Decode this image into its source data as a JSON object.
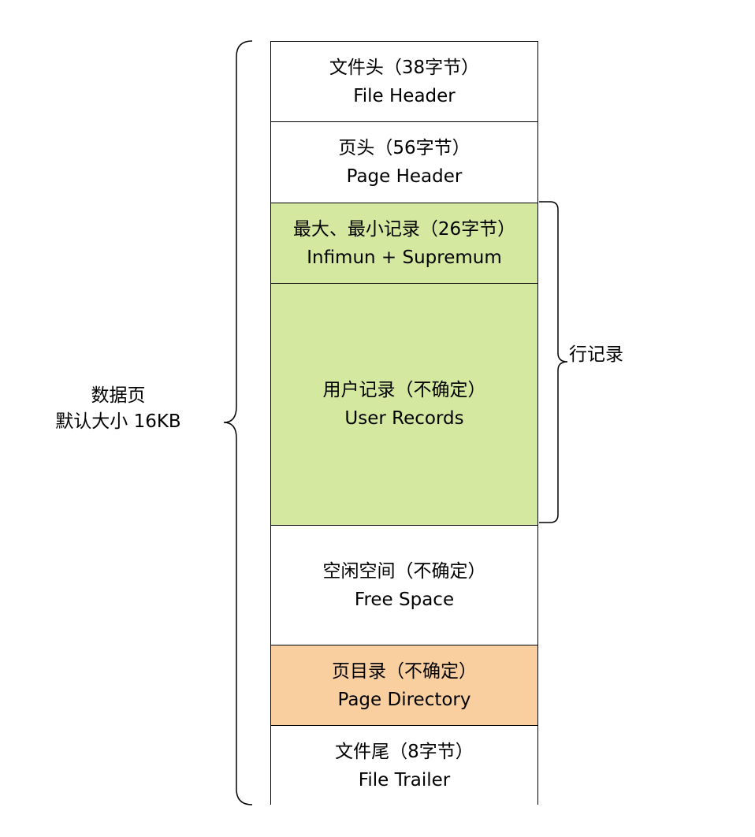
{
  "diagram": {
    "colors": {
      "white": "#ffffff",
      "row_record_green": "#d5e8a0",
      "page_directory_orange": "#f9cfa0",
      "border": "#000000"
    },
    "sections": [
      {
        "id": "file-header",
        "cn": "文件头（38字节）",
        "en": "File Header",
        "color": "white"
      },
      {
        "id": "page-header",
        "cn": "页头（56字节）",
        "en": "Page Header",
        "color": "white"
      },
      {
        "id": "infimum-supremum",
        "cn": "最大、最小记录（26字节）",
        "en": "Infimun + Supremum",
        "color": "row_record_green"
      },
      {
        "id": "user-records",
        "cn": "用户记录（不确定）",
        "en": "User Records",
        "color": "row_record_green"
      },
      {
        "id": "free-space",
        "cn": "空闲空间（不确定）",
        "en": "Free Space",
        "color": "white"
      },
      {
        "id": "page-directory",
        "cn": "页目录（不确定）",
        "en": "Page Directory",
        "color": "page_directory_orange"
      },
      {
        "id": "file-trailer",
        "cn": "文件尾（8字节）",
        "en": "File Trailer",
        "color": "white"
      }
    ],
    "left_label": {
      "line1": "数据页",
      "line2": "默认大小 16KB"
    },
    "right_label": "行记录"
  }
}
